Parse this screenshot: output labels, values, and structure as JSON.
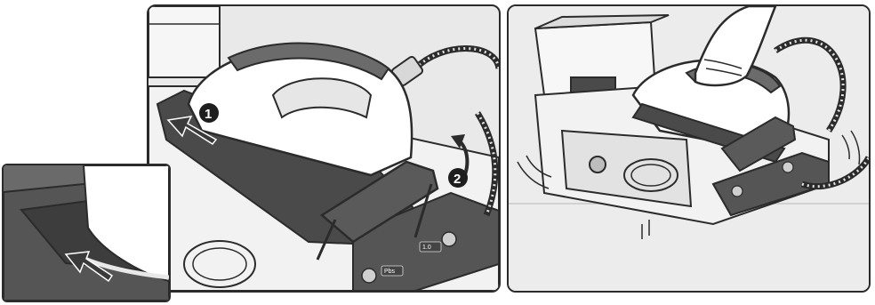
{
  "callouts": {
    "step1": "1",
    "step2": "2"
  },
  "panel_labels": {
    "button_a": "Pbs",
    "button_b": "1.0"
  },
  "colors": {
    "outline": "#2b2b2b",
    "iron_body": "#ffffff",
    "station_body": "#f4f4f4",
    "dark_trim": "#4a4a4a",
    "arrow_fill": "#3a3a3a"
  },
  "icons": {
    "step1_arrow": "arrow-up-left-icon",
    "step2_arrow": "curved-arrow-up-icon",
    "inset_arrow": "arrow-up-left-icon",
    "shake_marks": "motion-lines-icon"
  }
}
